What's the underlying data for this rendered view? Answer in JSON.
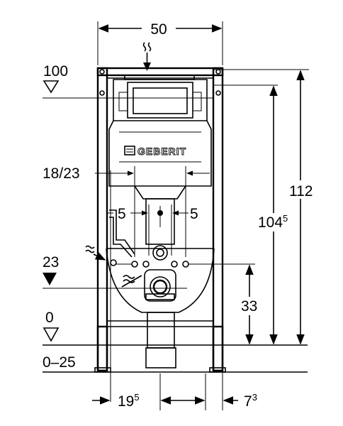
{
  "brand": {
    "name": "GEBERIT"
  },
  "dimensions": {
    "width_label": "50",
    "level_top_label": "100",
    "pipe_label": "18/23",
    "offset_left_label": "5",
    "offset_right_label": "5",
    "total_height_label": "112",
    "inner_height_main": "104",
    "inner_height_sup": "5",
    "waste_height_label": "23",
    "outlet_height_label": "33",
    "floor_label": "0",
    "adjust_label": "0–25",
    "bottom_left_main": "19",
    "bottom_left_sup": "5",
    "bottom_right_main": "7",
    "bottom_right_sup": "3"
  },
  "symbols": {
    "water_inlet": "wavy-water-icon",
    "level_marker": "level-triangle-icon"
  }
}
